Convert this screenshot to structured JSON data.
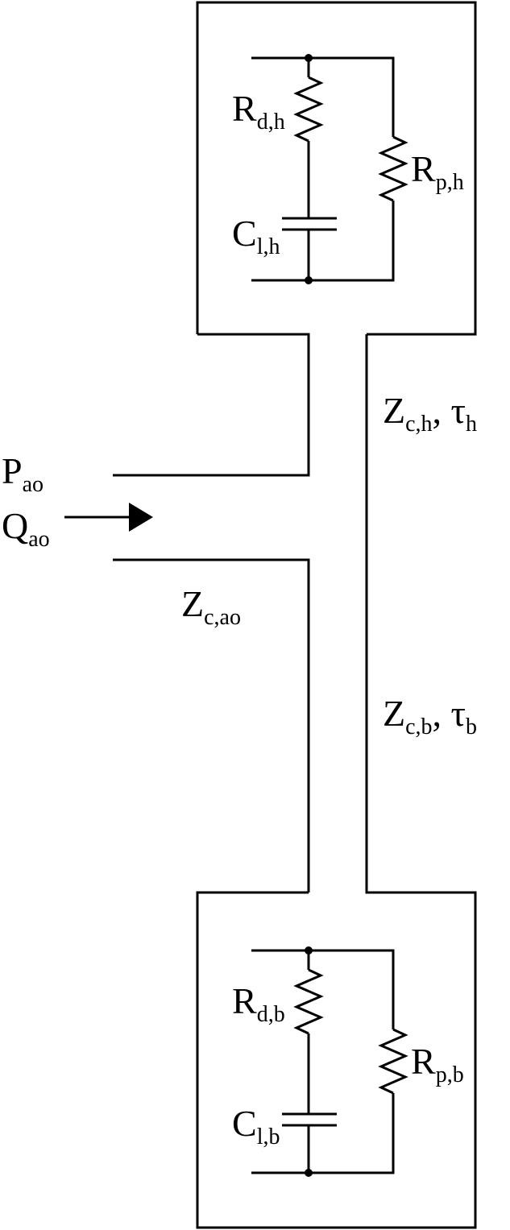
{
  "diagram": {
    "inlet": {
      "pressure": {
        "base": "P",
        "sub": "ao"
      },
      "flow": {
        "base": "Q",
        "sub": "ao"
      },
      "impedance": {
        "base": "Z",
        "sub": "c,ao"
      }
    },
    "head_branch": {
      "transmission": {
        "z_base": "Z",
        "z_sub": "c,h",
        "sep": ", ",
        "tau_base": "τ",
        "tau_sub": "h"
      },
      "distal_resistance": {
        "base": "R",
        "sub": "d,h"
      },
      "compliance": {
        "base": "C",
        "sub": "l,h"
      },
      "peripheral_resistance": {
        "base": "R",
        "sub": "p,h"
      }
    },
    "body_branch": {
      "transmission": {
        "z_base": "Z",
        "z_sub": "c,b",
        "sep": ", ",
        "tau_base": "τ",
        "tau_sub": "b"
      },
      "distal_resistance": {
        "base": "R",
        "sub": "d,b"
      },
      "compliance": {
        "base": "C",
        "sub": "l,b"
      },
      "peripheral_resistance": {
        "base": "R",
        "sub": "p,b"
      }
    }
  }
}
